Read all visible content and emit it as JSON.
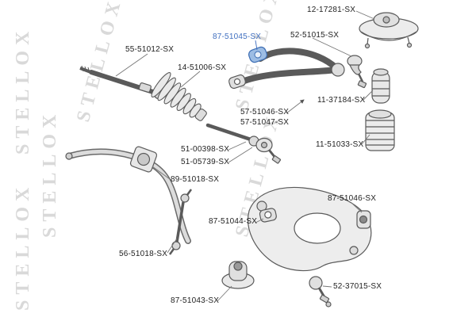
{
  "colors": {
    "highlight": "#4170c0",
    "label_text": "#1f1f1f",
    "watermark": "#d3d3d3",
    "line": "#6b6b6b"
  },
  "diagram": {
    "watermark": "STELLOX",
    "labels": [
      {
        "text": "55-51012-SX",
        "highlighted": false
      },
      {
        "text": "14-51006-SX",
        "highlighted": false
      },
      {
        "text": "87-51045-SX",
        "highlighted": true
      },
      {
        "text": "12-17281-SX",
        "highlighted": false
      },
      {
        "text": "52-51015-SX",
        "highlighted": false
      },
      {
        "text": "57-51046-SX",
        "highlighted": false
      },
      {
        "text": "57-51047-SX",
        "highlighted": false
      },
      {
        "text": "11-37184-SX",
        "highlighted": false
      },
      {
        "text": "11-51033-SX",
        "highlighted": false
      },
      {
        "text": "51-00398-SX",
        "highlighted": false
      },
      {
        "text": "51-05739-SX",
        "highlighted": false
      },
      {
        "text": "89-51018-SX",
        "highlighted": false
      },
      {
        "text": "87-51046-SX",
        "highlighted": false
      },
      {
        "text": "87-51044-SX",
        "highlighted": false
      },
      {
        "text": "56-51018-SX",
        "highlighted": false
      },
      {
        "text": "52-37015-SX",
        "highlighted": false
      },
      {
        "text": "87-51043-SX",
        "highlighted": false
      }
    ]
  }
}
